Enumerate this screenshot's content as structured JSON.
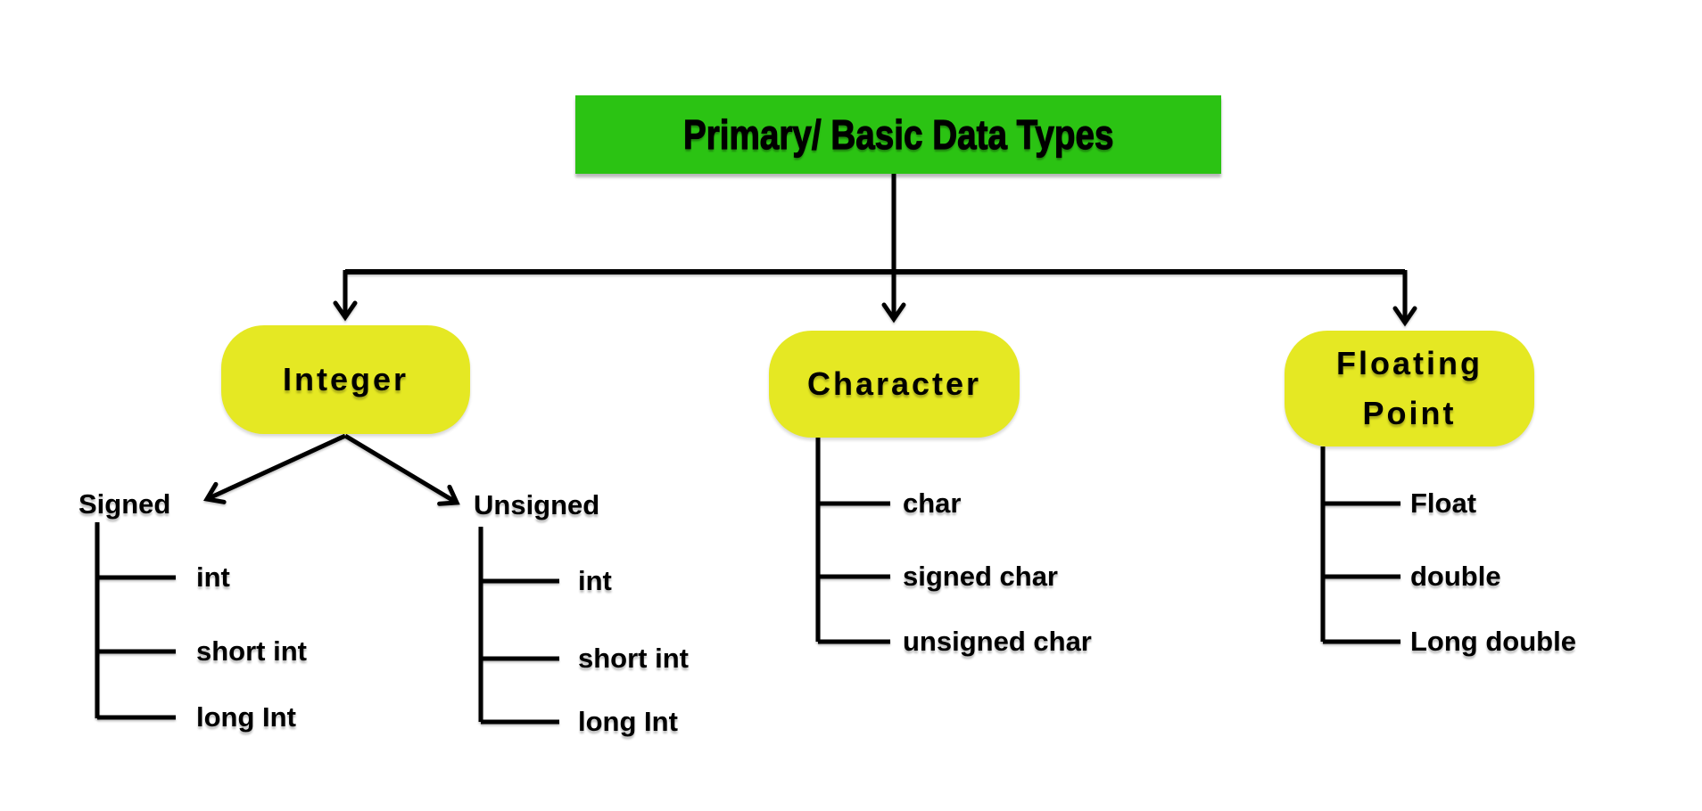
{
  "title": "Primary/ Basic Data Types",
  "branches": {
    "integer": {
      "label": "Integer",
      "signed": {
        "label": "Signed",
        "items": [
          "int",
          "short int",
          "long Int"
        ]
      },
      "unsigned": {
        "label": "Unsigned",
        "items": [
          "int",
          "short int",
          "long Int"
        ]
      }
    },
    "character": {
      "label": "Character",
      "items": [
        "char",
        "signed char",
        "unsigned char"
      ]
    },
    "floating": {
      "label_line1": "Floating",
      "label_line2": "Point",
      "items": [
        "Float",
        "double",
        "Long double"
      ]
    }
  },
  "colors": {
    "background": "#ffffff",
    "header_bg": "#2bc313",
    "node_bg": "#e5e823",
    "line": "#000000",
    "text": "#000000"
  }
}
